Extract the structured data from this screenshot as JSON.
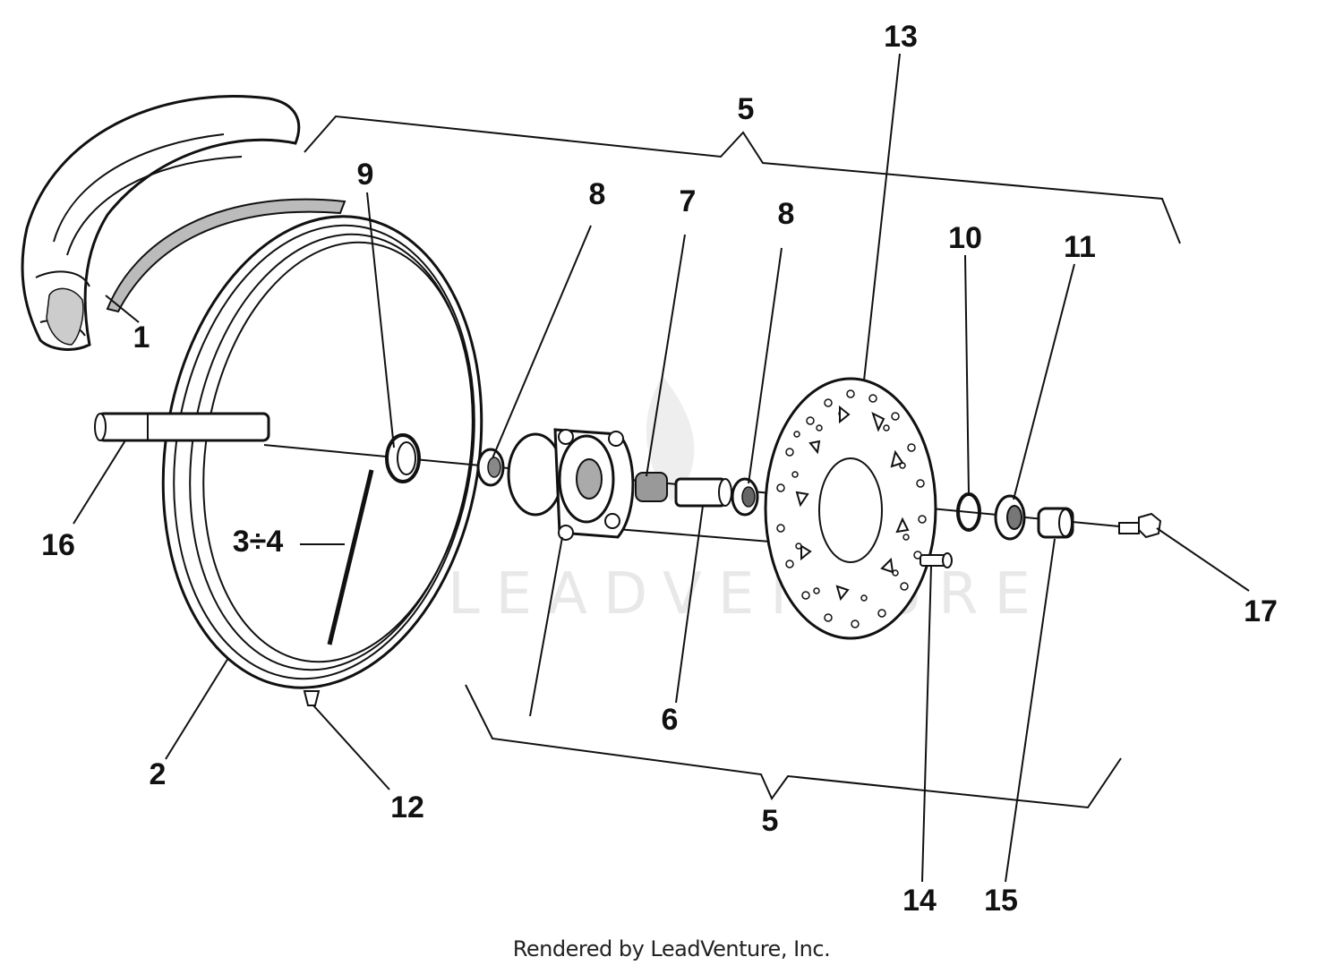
{
  "diagram": {
    "callouts": {
      "c1": "1",
      "c2": "2",
      "c3_4": "3÷4",
      "c5_top": "5",
      "c5_bottom": "5",
      "c6": "6",
      "c7": "7",
      "c8_left": "8",
      "c8_right": "8",
      "c9": "9",
      "c10": "10",
      "c11": "11",
      "c12": "12",
      "c13": "13",
      "c14": "14",
      "c15": "15",
      "c16": "16",
      "c17": "17"
    },
    "watermark": "LEADVENTURE",
    "footer": "Rendered by LeadVenture, Inc."
  }
}
